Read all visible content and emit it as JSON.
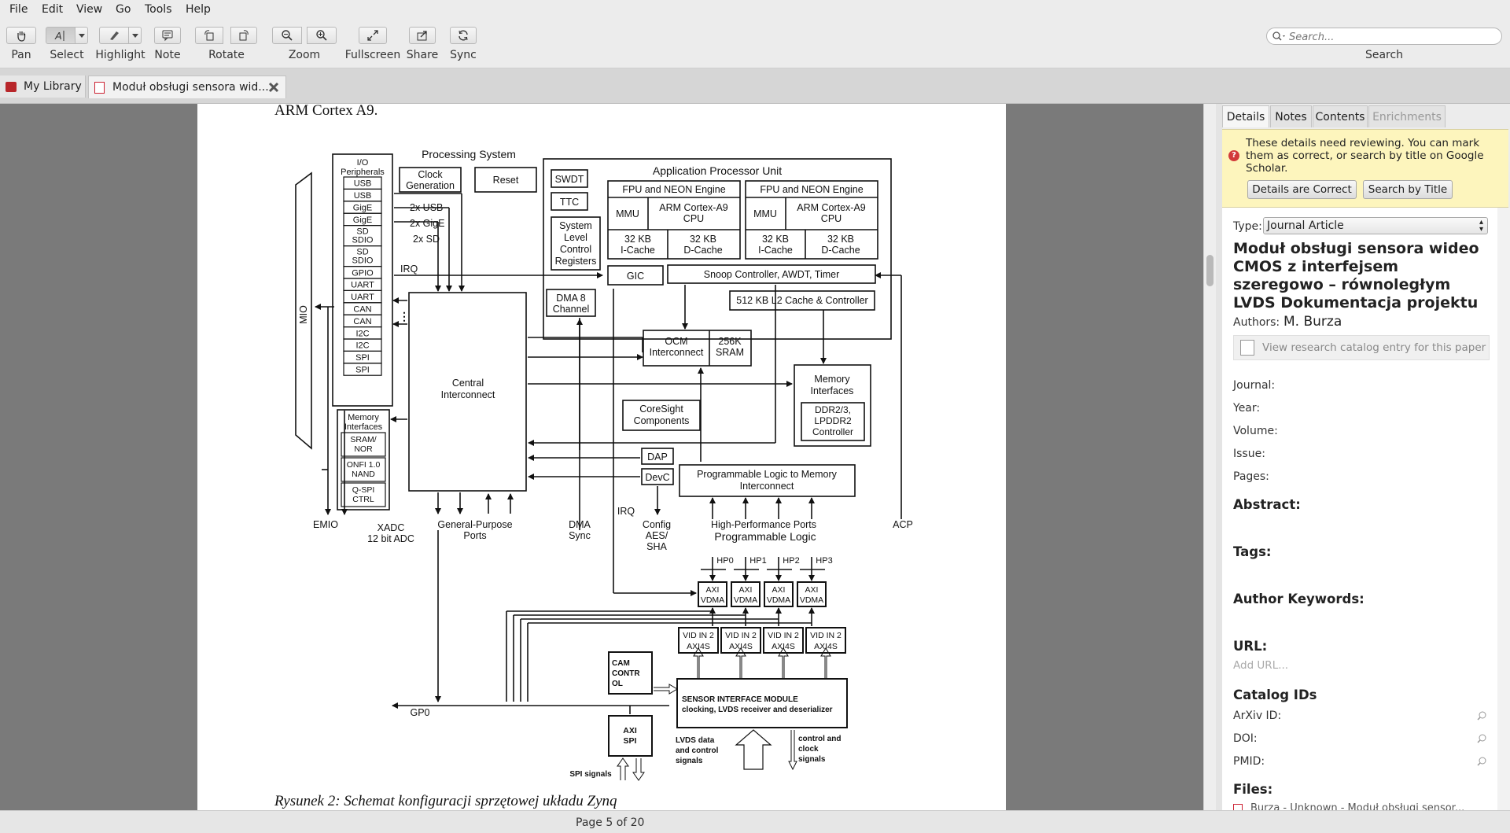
{
  "menu": [
    "File",
    "Edit",
    "View",
    "Go",
    "Tools",
    "Help"
  ],
  "toolbar": {
    "pan": "Pan",
    "select": "Select",
    "highlight": "Highlight",
    "note": "Note",
    "rotate": "Rotate",
    "zoom": "Zoom",
    "fullscreen": "Fullscreen",
    "share": "Share",
    "sync": "Sync",
    "search_placeholder": "Search...",
    "search_label": "Search"
  },
  "tabs": {
    "library": "My Library",
    "document": "Moduł obsługi sensora wid..."
  },
  "document": {
    "top_text": "ARM Cortex A9.",
    "caption": "Rysunek 2: Schemat konfiguracji sprzętowej układu Zynq",
    "page_status": "Page 5 of 20"
  },
  "diagram": {
    "processing_system": "Processing System",
    "io_peripherals_1": "I/O",
    "io_peripherals_2": "Peripherals",
    "io_list": [
      "USB",
      "USB",
      "GigE",
      "GigE",
      "SD SDIO",
      "SD SDIO",
      "GPIO",
      "UART",
      "UART",
      "CAN",
      "CAN",
      "I2C",
      "I2C",
      "SPI",
      "SPI"
    ],
    "clock_gen_1": "Clock",
    "clock_gen_2": "Generation",
    "reset": "Reset",
    "usb2": "2x USB",
    "gige2": "2x GigE",
    "sd2": "2x SD",
    "irq": "IRQ",
    "apu": "Application Processor Unit",
    "swdt": "SWDT",
    "ttc": "TTC",
    "slcr": [
      "System",
      "Level",
      "Control",
      "Registers"
    ],
    "fpu": "FPU and NEON Engine",
    "mmu": "MMU",
    "cpu_1": "ARM Cortex-A9",
    "cpu_2": "CPU",
    "icache_1": "32 KB",
    "icache_2": "I-Cache",
    "dcache_1": "32 KB",
    "dcache_2": "D-Cache",
    "gic": "GIC",
    "snoop": "Snoop Controller, AWDT, Timer",
    "dma_1": "DMA 8",
    "dma_2": "Channel",
    "l2": "512 KB L2 Cache & Controller",
    "ocm_1": "OCM",
    "ocm_2": "Interconnect",
    "sram_1": "256K",
    "sram_2": "SRAM",
    "mio": "MIO",
    "central_1": "Central",
    "central_2": "Interconnect",
    "mem_if_1": "Memory",
    "mem_if_2": "Interfaces",
    "mem_list": [
      "SRAM/ NOR",
      "ONFI 1.0 NAND",
      "Q-SPI CTRL"
    ],
    "coresight_1": "CoreSight",
    "coresight_2": "Components",
    "ddr": [
      "DDR2/3,",
      "LPDDR2",
      "Controller"
    ],
    "dap": "DAP",
    "devc": "DevC",
    "pl_mem_1": "Programmable Logic to Memory",
    "pl_mem_2": "Interconnect",
    "emio": "EMIO",
    "xadc_1": "XADC",
    "xadc_2": "12 bit ADC",
    "gp_ports_1": "General-Purpose",
    "gp_ports_2": "Ports",
    "dma_sync_1": "DMA",
    "dma_sync_2": "Sync",
    "irq2": "IRQ",
    "config": [
      "Config",
      "AES/",
      "SHA"
    ],
    "hp_ports": "High-Performance Ports",
    "acp": "ACP",
    "prog_logic": "Programmable Logic",
    "hp": [
      "HP0",
      "HP1",
      "HP2",
      "HP3"
    ],
    "axi_vdma_1": "AXI",
    "axi_vdma_2": "VDMA",
    "vid_in_1": "VID IN 2",
    "vid_in_2": "AXI4S",
    "cam_ctrl": [
      "CAM",
      "CONTR",
      "OL"
    ],
    "sensor_1": "SENSOR INTERFACE MODULE",
    "sensor_2": "clocking, LVDS receiver and deserializer",
    "gp0": "GP0",
    "axi_spi_1": "AXI",
    "axi_spi_2": "SPI",
    "lvds": [
      "LVDS data",
      "and control",
      "signals"
    ],
    "ctrl_clock": [
      "control and",
      "clock",
      "signals"
    ],
    "spi_signals": "SPI signals"
  },
  "right_pane": {
    "tabs": [
      "Details",
      "Notes",
      "Contents",
      "Enrichments"
    ],
    "notice": "These details need reviewing. You can mark them as correct, or search by title on Google Scholar.",
    "btn_correct": "Details are Correct",
    "btn_search": "Search by Title",
    "type_label": "Type:",
    "type_value": "Journal Article",
    "title": "Moduł obsługi sensora wideo CMOS z interfejsem szeregowo – równoległym LVDS Dokumentacja projektu",
    "authors_label": "Authors:",
    "authors_value": "M. Burza",
    "catalog_link": "View research catalog entry for this paper",
    "journal": "Journal:",
    "year": "Year:",
    "volume": "Volume:",
    "issue": "Issue:",
    "pages": "Pages:",
    "abstract": "Abstract:",
    "tags": "Tags:",
    "author_keywords": "Author Keywords:",
    "url": "URL:",
    "add_url": "Add URL...",
    "catalog_ids": "Catalog IDs",
    "arxiv": "ArXiv ID:",
    "doi": "DOI:",
    "pmid": "PMID:",
    "files": "Files:",
    "file_entry": "Burza - Unknown - Moduł obsługi sensor..."
  }
}
